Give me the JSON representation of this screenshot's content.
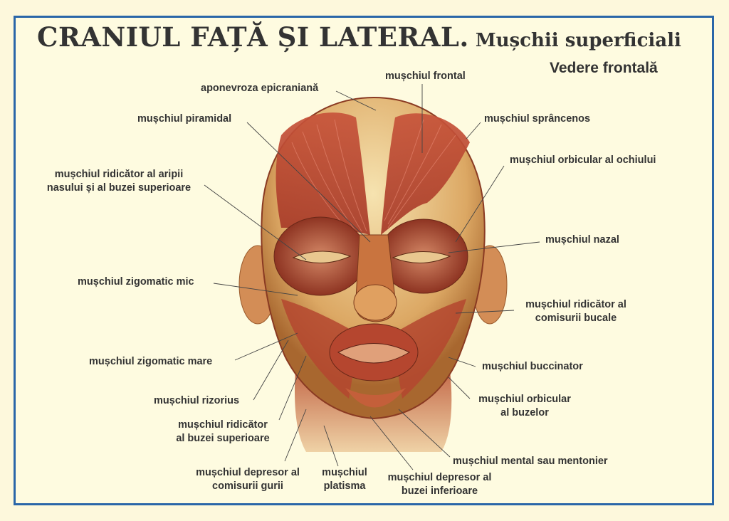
{
  "poster": {
    "title_main": "CRANIUL FAȚĂ ȘI LATERAL.",
    "title_sub": " Mușchii superficiali",
    "view": "Vedere frontală",
    "colors": {
      "background": "#fdf8dc",
      "border": "#2a66a8",
      "text": "#333333",
      "muscle": "#b8442c",
      "aponeurosis": "#e6c07a",
      "skin": "#d9955a"
    }
  },
  "labels": {
    "aponevroza": "aponevroza epicraniană",
    "frontal": "mușchiul frontal",
    "piramidal": "mușchiul piramidal",
    "sprancenos": "mușchiul sprâncenos",
    "orbicular_ochi": "mușchiul orbicular al ochiului",
    "ridicator_aripii_l1": "mușchiul ridicător al aripii",
    "ridicator_aripii_l2": "nasului și al buzei superioare",
    "nazal": "mușchiul nazal",
    "zigomatic_mic": "mușchiul zigomatic mic",
    "ridicator_comisurii_l1": "mușchiul ridicător al",
    "ridicator_comisurii_l2": "comisurii bucale",
    "zigomatic_mare": "mușchiul zigomatic mare",
    "buccinator": "mușchiul buccinator",
    "rizorius": "mușchiul rizorius",
    "orbicular_buze_l1": "mușchiul orbicular",
    "orbicular_buze_l2": "al buzelor",
    "ridicator_buzei_l1": "mușchiul ridicător",
    "ridicator_buzei_l2": "al buzei superioare",
    "mental": "mușchiul mental sau mentonier",
    "depresor_comisurii_l1": "mușchiul depresor al",
    "depresor_comisurii_l2": "comisurii gurii",
    "platisma_l1": "mușchiul",
    "platisma_l2": "platisma",
    "depresor_buzei_l1": "mușchiul depresor al",
    "depresor_buzei_l2": "buzei inferioare"
  }
}
